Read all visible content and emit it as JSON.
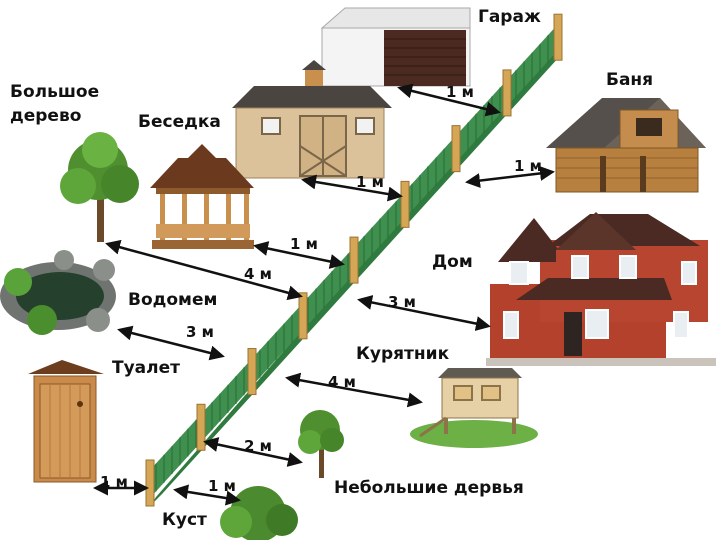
{
  "labels": {
    "garage": "Гараж",
    "banya": "Баня",
    "big_tree": "Большое дерево",
    "gazebo": "Беседка",
    "house": "Дом",
    "water_well": "Водомем",
    "toilet": "Туалет",
    "chicken_coop": "Курятник",
    "small_trees": "Небольшие дервья",
    "bush": "Куст"
  },
  "distances": {
    "garage": "1 м",
    "shed": "1 м",
    "banya": "1 м",
    "gazebo": "1 м",
    "big_tree": "4 м",
    "house": "3 м",
    "water": "3 м",
    "coop": "4 м",
    "small_trees": "2 м",
    "bush": "1 м",
    "toilet": "1 м"
  },
  "colors": {
    "fence_green": "#3f8f4f",
    "fence_post": "#d6a657",
    "brick": "#b3412c",
    "roof_dark": "#4a2a22",
    "wood": "#c98f4c"
  }
}
